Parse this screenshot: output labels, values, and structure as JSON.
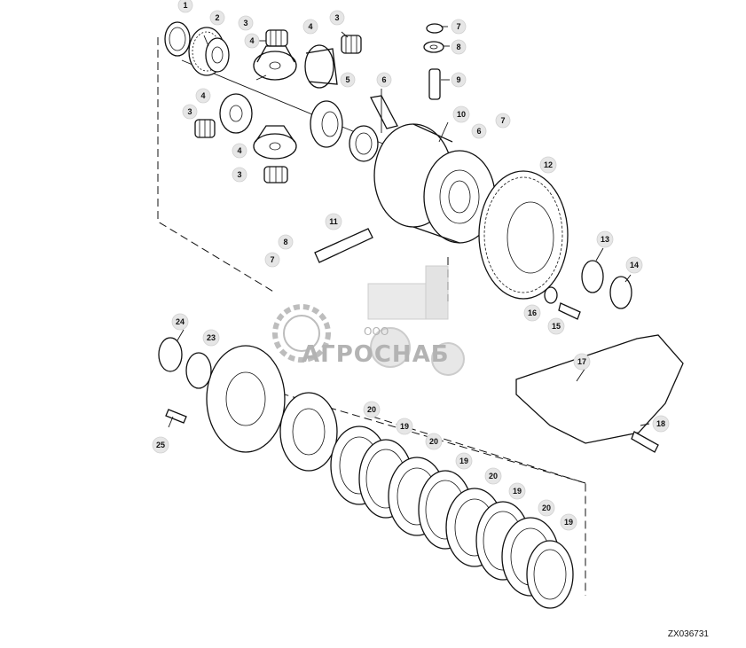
{
  "callouts": [
    {
      "id": "c1",
      "label": "1"
    },
    {
      "id": "c2",
      "label": "2"
    },
    {
      "id": "c3a",
      "label": "3"
    },
    {
      "id": "c3b",
      "label": "3"
    },
    {
      "id": "c3c",
      "label": "3"
    },
    {
      "id": "c3d",
      "label": "3"
    },
    {
      "id": "c4a",
      "label": "4"
    },
    {
      "id": "c4b",
      "label": "4"
    },
    {
      "id": "c4c",
      "label": "4"
    },
    {
      "id": "c4d",
      "label": "4"
    },
    {
      "id": "c5",
      "label": "5"
    },
    {
      "id": "c6",
      "label": "6"
    },
    {
      "id": "c6b",
      "label": "6"
    },
    {
      "id": "c7a",
      "label": "7"
    },
    {
      "id": "c7b",
      "label": "7"
    },
    {
      "id": "c7c",
      "label": "7"
    },
    {
      "id": "c8a",
      "label": "8"
    },
    {
      "id": "c8b",
      "label": "8"
    },
    {
      "id": "c9",
      "label": "9"
    },
    {
      "id": "c10",
      "label": "10"
    },
    {
      "id": "c11",
      "label": "11"
    },
    {
      "id": "c12",
      "label": "12"
    },
    {
      "id": "c13",
      "label": "13"
    },
    {
      "id": "c14",
      "label": "14"
    },
    {
      "id": "c15",
      "label": "15"
    },
    {
      "id": "c16",
      "label": "16"
    },
    {
      "id": "c17",
      "label": "17"
    },
    {
      "id": "c18",
      "label": "18"
    },
    {
      "id": "c19a",
      "label": "19"
    },
    {
      "id": "c19b",
      "label": "19"
    },
    {
      "id": "c19c",
      "label": "19"
    },
    {
      "id": "c19d",
      "label": "19"
    },
    {
      "id": "c20a",
      "label": "20"
    },
    {
      "id": "c20b",
      "label": "20"
    },
    {
      "id": "c20c",
      "label": "20"
    },
    {
      "id": "c20d",
      "label": "20"
    },
    {
      "id": "c23",
      "label": "23"
    },
    {
      "id": "c24",
      "label": "24"
    },
    {
      "id": "c25",
      "label": "25"
    }
  ],
  "figure_code": "ZX036731",
  "watermark": {
    "company_prefix": "ООО",
    "company_name": "АГРОСНАБ"
  }
}
